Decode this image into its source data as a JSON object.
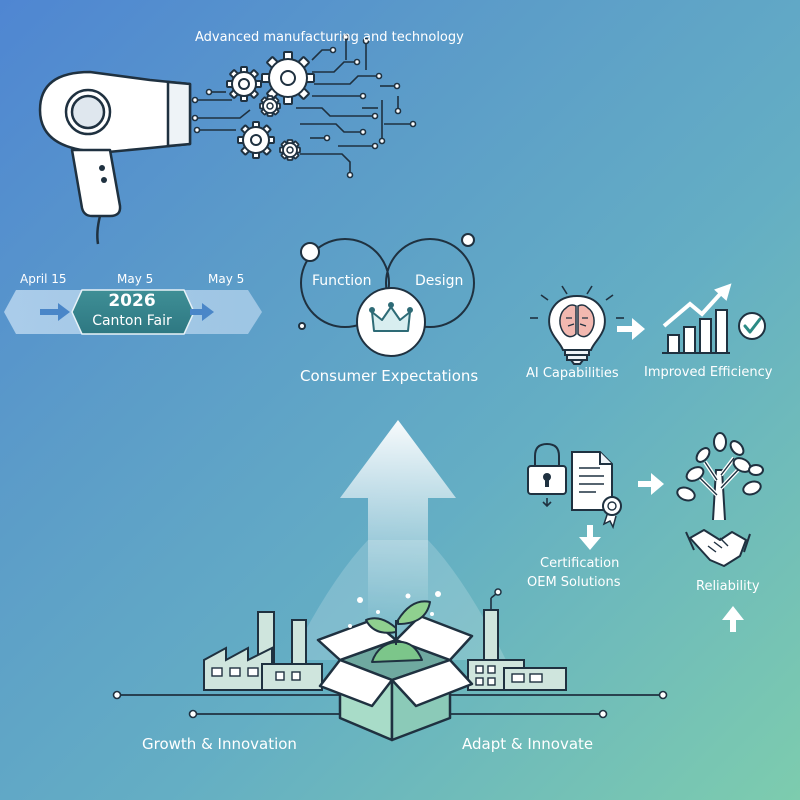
{
  "header": {
    "title": "Advanced manufacturing and technology"
  },
  "timeline": {
    "start_date": "April 15",
    "center_date": "May 5",
    "end_date": "May 5",
    "year": "2026",
    "event": "Canton Fair"
  },
  "venn": {
    "left": "Function",
    "right": "Design",
    "caption": "Consumer Expectations"
  },
  "tech": {
    "ai": "AI Capabilities",
    "efficiency": "Improved Efficiency"
  },
  "trust": {
    "certification": "Certification",
    "oem": "OEM Solutions",
    "reliability": "Reliability"
  },
  "bottom": {
    "left": "Growth & Innovation",
    "right": "Adapt & Innovate"
  },
  "colors": {
    "bg_start": "#4f86d2",
    "bg_end": "#7dccae",
    "line": "#1f3140",
    "box_fill": "#a8dcc8",
    "plant": "#8fd08f"
  }
}
